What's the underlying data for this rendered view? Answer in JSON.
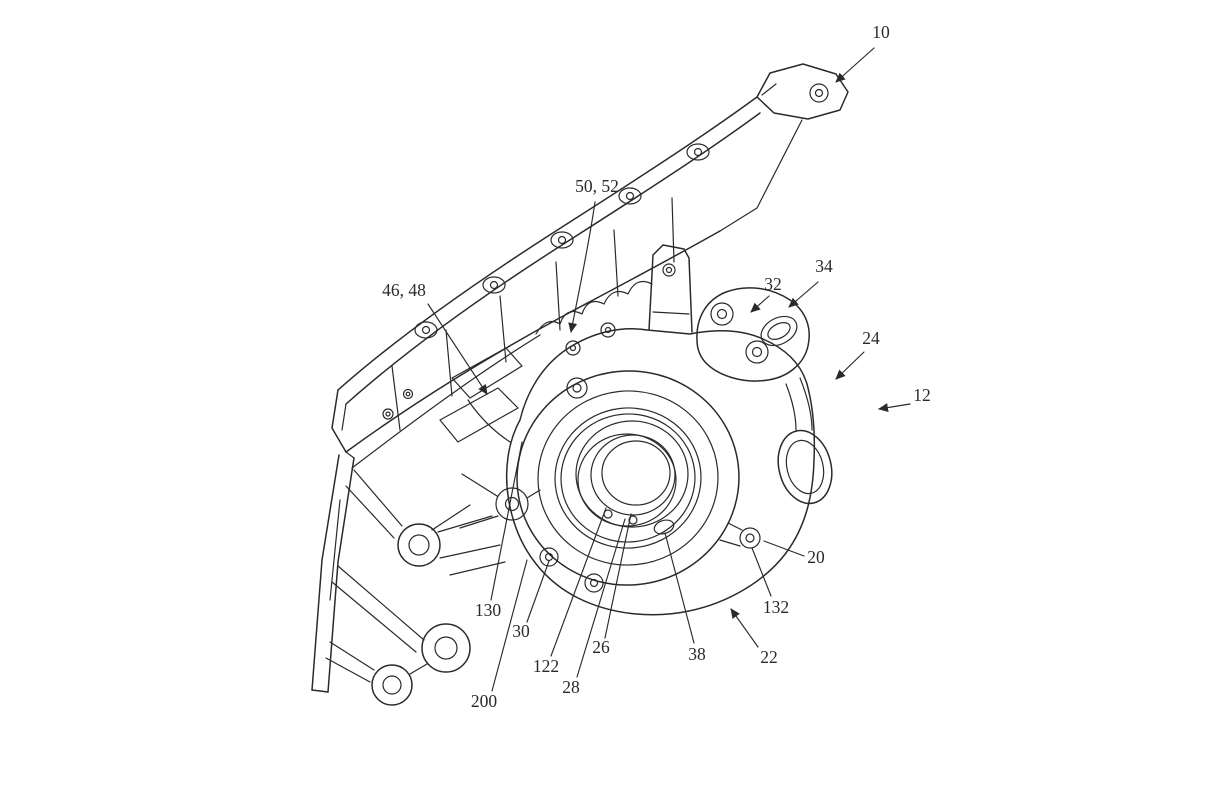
{
  "figure": {
    "type": "patent-line-drawing",
    "background_color": "#ffffff",
    "line_color": "#2a2a2a",
    "labels": [
      {
        "ref": "10",
        "text": "10"
      },
      {
        "ref": "50-52",
        "text": "50, 52"
      },
      {
        "ref": "46-48",
        "text": "46, 48"
      },
      {
        "ref": "32",
        "text": "32"
      },
      {
        "ref": "34",
        "text": "34"
      },
      {
        "ref": "24",
        "text": "24"
      },
      {
        "ref": "12",
        "text": "12"
      },
      {
        "ref": "20",
        "text": "20"
      },
      {
        "ref": "132",
        "text": "132"
      },
      {
        "ref": "22",
        "text": "22"
      },
      {
        "ref": "38",
        "text": "38"
      },
      {
        "ref": "26",
        "text": "26"
      },
      {
        "ref": "28",
        "text": "28"
      },
      {
        "ref": "122",
        "text": "122"
      },
      {
        "ref": "30",
        "text": "30"
      },
      {
        "ref": "130",
        "text": "130"
      },
      {
        "ref": "200",
        "text": "200"
      }
    ]
  }
}
